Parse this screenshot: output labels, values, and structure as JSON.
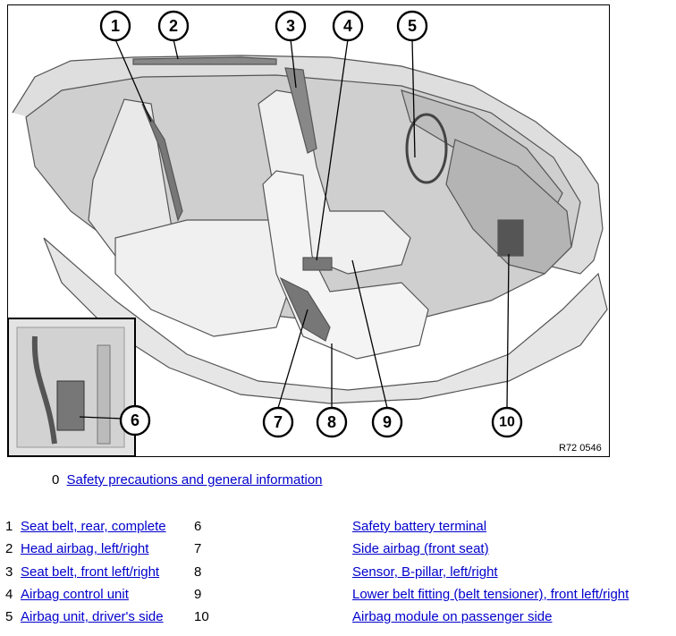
{
  "figure": {
    "code": "R72 0546",
    "callouts": [
      "1",
      "2",
      "3",
      "4",
      "5",
      "6",
      "7",
      "8",
      "9",
      "10"
    ]
  },
  "intro": {
    "number": "0",
    "link": "Safety precautions and general information"
  },
  "legend": [
    {
      "num_left": "1",
      "label_left": "Seat belt, rear, complete",
      "num_right": "6",
      "label_right": "Safety battery terminal"
    },
    {
      "num_left": "2",
      "label_left": "Head airbag, left/right",
      "num_right": "7",
      "label_right": "Side airbag (front seat)"
    },
    {
      "num_left": "3",
      "label_left": "Seat belt, front left/right",
      "num_right": "8",
      "label_right": "Sensor, B-pillar, left/right"
    },
    {
      "num_left": "4",
      "label_left": "Airbag control unit",
      "num_right": "9",
      "label_right": "Lower belt fitting (belt tensioner), front left/right"
    },
    {
      "num_left": "5",
      "label_left": "Airbag unit, driver's side",
      "num_right": "10",
      "label_right": "Airbag module on passenger side"
    }
  ]
}
